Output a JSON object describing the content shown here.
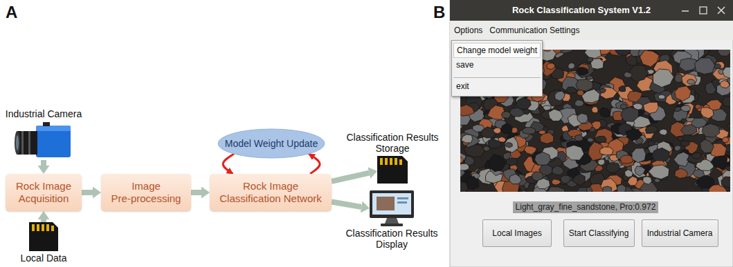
{
  "diagram": {
    "nodes": [
      {
        "text": [
          "Industrial Camera"
        ]
      },
      {
        "text": [
          "Rock Image Acquisition"
        ]
      },
      {
        "text": [
          "Local Data"
        ]
      },
      {
        "text": [
          "Image Pre-processing"
        ]
      },
      {
        "text": [
          "Model Weight Update"
        ]
      },
      {
        "text": [
          "Rock Image Classification Network"
        ]
      },
      {
        "text": [
          "Classification Results Storage"
        ]
      },
      {
        "text": [
          "Classification Results Display"
        ]
      },
      {
        "text": [
          "Rock Classification System V1.2"
        ]
      },
      {
        "text": [
          "Options",
          "Communication Settings"
        ],
        "in": 8
      },
      {
        "text": [
          "Change model weight",
          "save",
          "exit"
        ],
        "in": 8
      },
      {
        "text": [
          "Light_gray_fine_sandstone, Pro:0.972"
        ],
        "in": 8
      },
      {
        "text": [
          "Local Images"
        ],
        "in": 8
      },
      {
        "text": [
          "Start Classifying"
        ],
        "in": 8
      },
      {
        "text": [
          "Industrial Camera"
        ],
        "in": 8
      }
    ],
    "edges": [
      {
        "from": 0,
        "to": 1,
        "arrow": "to"
      },
      {
        "from": 2,
        "to": 1,
        "arrow": "to"
      },
      {
        "from": 1,
        "to": 3,
        "arrow": "to"
      },
      {
        "from": 3,
        "to": 5,
        "arrow": "to"
      },
      {
        "from": 4,
        "to": 5,
        "arrow": "to"
      },
      {
        "from": 5,
        "to": 4,
        "arrow": "to"
      },
      {
        "from": 5,
        "to": 6,
        "arrow": "to"
      },
      {
        "from": 5,
        "to": 7,
        "arrow": "to"
      }
    ],
    "labels": [
      "A",
      "B"
    ]
  }
}
